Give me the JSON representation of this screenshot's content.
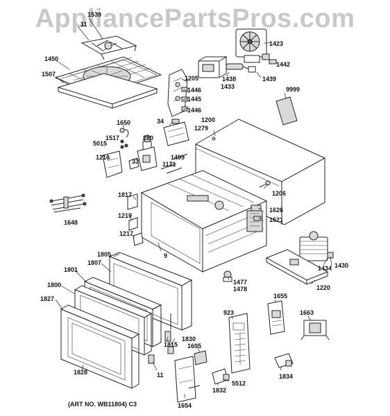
{
  "watermark": "AppliancePartsPros.com",
  "art_number": "(ART NO. WB11804) C3",
  "parts": {
    "p1539": "1539",
    "p11": "11",
    "p1423": "1423",
    "p1442": "1442",
    "p1450": "1450",
    "p1507": "1507",
    "p1205": "1205",
    "p1438": "1438",
    "p1433": "1433",
    "p1439": "1439",
    "p1446a": "1446",
    "p1445": "1445",
    "p1446b": "1446",
    "p9999": "9999",
    "p1650": "1650",
    "p34": "34",
    "p1200": "1200",
    "p1279": "1279",
    "p1517": "1517",
    "p5015": "5015",
    "p280": "280",
    "p1216": "1216",
    "p33": "33",
    "p1499": "1499",
    "p1121": "1121",
    "p1206": "1206",
    "p1817": "1817",
    "p1626": "1626",
    "p1648": "1648",
    "p1219": "1219",
    "p1621": "1621",
    "p1217": "1217",
    "p1805": "1805",
    "p9": "9",
    "p1807": "1807",
    "p1801": "1801",
    "p1434": "1434",
    "p1430": "1430",
    "p1800": "1800",
    "p1827": "1827",
    "p1477": "1477",
    "p1478": "1478",
    "p1220": "1220",
    "p1655": "1655",
    "p923": "923",
    "p1663": "1663",
    "p1815": "1815",
    "p1830": "1830",
    "p1605": "1605",
    "p1834": "1834",
    "p5512": "5512",
    "p1832": "1832",
    "p1828": "1828",
    "p11b": "11",
    "p1654": "1654"
  }
}
